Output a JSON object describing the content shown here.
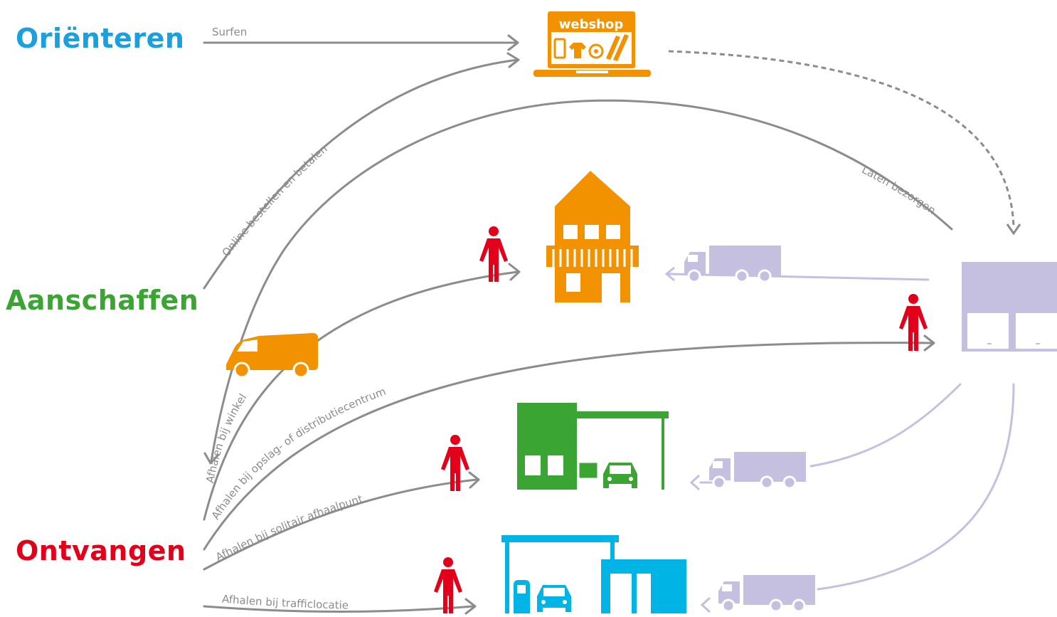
{
  "phases": {
    "orienteren": "Oriënteren",
    "aanschaffen": "Aanschaffen",
    "ontvangen": "Ontvangen"
  },
  "icons": {
    "webshop_label": "webshop"
  },
  "routes": {
    "surfen": "Surfen",
    "online": "Online bestellen en betalen",
    "bezorgen": "Laten bezorgen",
    "winkel": "Afhalen bij winkel",
    "opslag": "Afhalen bij opslag- of distributiecentrum",
    "solitair": "Afhalen bij solitair afhaalpunt",
    "traffic": "Afhalen bij trafficlocatie"
  },
  "colors": {
    "orienteren": "#1aa0dd",
    "aanschaffen": "#3aa533",
    "ontvangen": "#e2001a",
    "orange": "#f39200",
    "green": "#3aa533",
    "cyan": "#00b4e6",
    "lavender": "#c5bfe0",
    "gray": "#8c8c8c",
    "person": "#e2001a"
  }
}
